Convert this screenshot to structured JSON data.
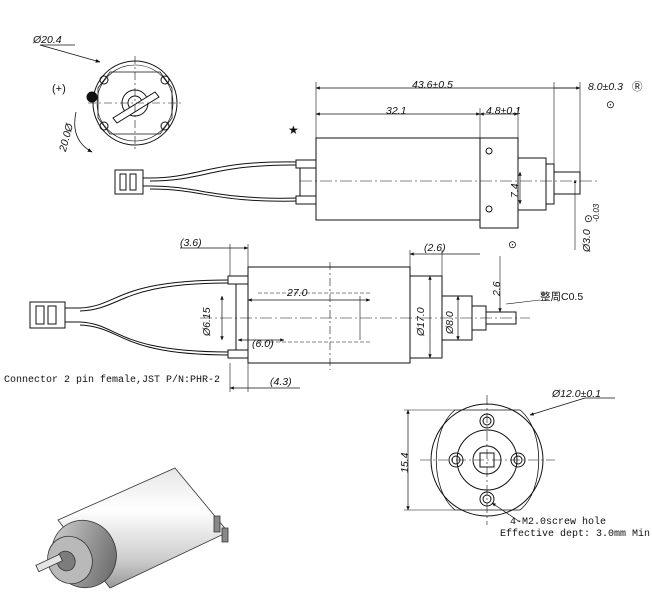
{
  "dims": {
    "d20_4": "Ø20.4",
    "plus": "(+)",
    "r20": "20.0Ø",
    "len_43_6": "43.6±0.5",
    "len_32_1": "32.1",
    "len_4_8": "4.8±0.1",
    "len_8_0": "8.0±0.3",
    "h7_4": "7.4",
    "d3_0": "Ø3.0",
    "d3_0_tol": "-0.03",
    "s3_6": "(3.6)",
    "s2_6": "(2.6)",
    "s2_6b": "2.6",
    "s27_0": "27.0",
    "s6_15": "Ø6.15",
    "s6_0": "(6.0)",
    "s4_3": "(4.3)",
    "s17_0": "Ø17.0",
    "s8_0": "Ø8.0",
    "chamfer": "整周C0.5",
    "d12_0": "Ø12.0±0.1",
    "h15_4": "15.4",
    "mark_star": "★",
    "mark_dot": "⊙",
    "mark_r": "Ⓡ"
  },
  "notes": {
    "connector": "Connector 2 pin female,JST P/N:PHR-2",
    "screw": "4-M2.0screw hole",
    "depth": "Effective dept: 3.0mm Min"
  }
}
